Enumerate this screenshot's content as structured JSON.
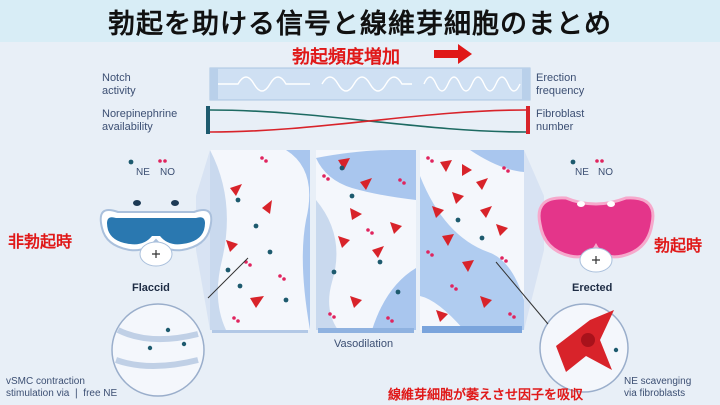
{
  "title": "勃起を助ける信号と線維芽細胞のまとめ",
  "frequency_banner": "勃起頻度増加",
  "left_top": {
    "notch_activity": [
      "Notch",
      "activity"
    ],
    "ne_availability": [
      "Norepinephrine",
      "availability"
    ]
  },
  "right_top": {
    "erection_frequency": [
      "Erection",
      "frequency"
    ],
    "fibroblast_number": [
      "Fibroblast",
      "number"
    ]
  },
  "legend": {
    "ne": "NE",
    "no": "NO"
  },
  "states": {
    "flaccid_jp": "非勃起時",
    "erected_jp": "勃起時",
    "flaccid": "Flaccid",
    "erected": "Erected"
  },
  "vasodilation": "Vasodilation",
  "bottom_left": [
    "vSMC contraction",
    "stimulation via ❘ free NE"
  ],
  "bottom_right": [
    "NE scavenging",
    "via fibroblasts"
  ],
  "bottom_jp": "線維芽細胞が萎えさせ因子を吸収",
  "colors": {
    "accent_red": "#e01818",
    "ne_teal": "#1d5a6e",
    "no_pink": "#e0245e",
    "fibroblast_red": "#d8232a",
    "flaccid_blue": "#2a78b0",
    "erected_pink": "#e4358a"
  }
}
